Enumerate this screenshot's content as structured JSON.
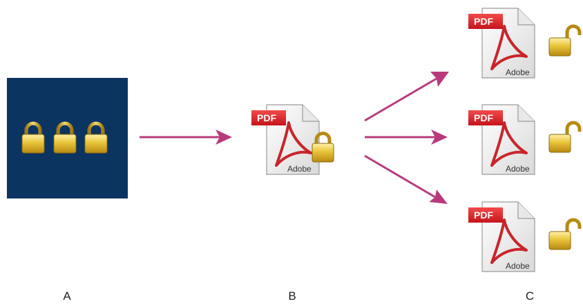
{
  "stages": [
    {
      "id": "A",
      "label": "A"
    },
    {
      "id": "B",
      "label": "B"
    },
    {
      "id": "C",
      "label": "C"
    }
  ],
  "source_panel": {
    "color": "#0c3461",
    "icon": "lock-icon",
    "lock_count": 3
  },
  "document": {
    "badge_text": "PDF",
    "brand_text": "Adobe",
    "icon": "pdf-document-icon"
  },
  "locked_document": {
    "icon": "lock-icon",
    "state": "locked"
  },
  "output_documents": [
    {
      "state": "unlocked",
      "icon": "unlocked-padlock-icon"
    },
    {
      "state": "unlocked",
      "icon": "unlocked-padlock-icon"
    },
    {
      "state": "unlocked",
      "icon": "unlocked-padlock-icon"
    }
  ],
  "colors": {
    "arrow": "#b83a7c",
    "pdf_badge": "#d81f27",
    "lock_gold": "#e2bd2a",
    "panel": "#0c3461"
  }
}
